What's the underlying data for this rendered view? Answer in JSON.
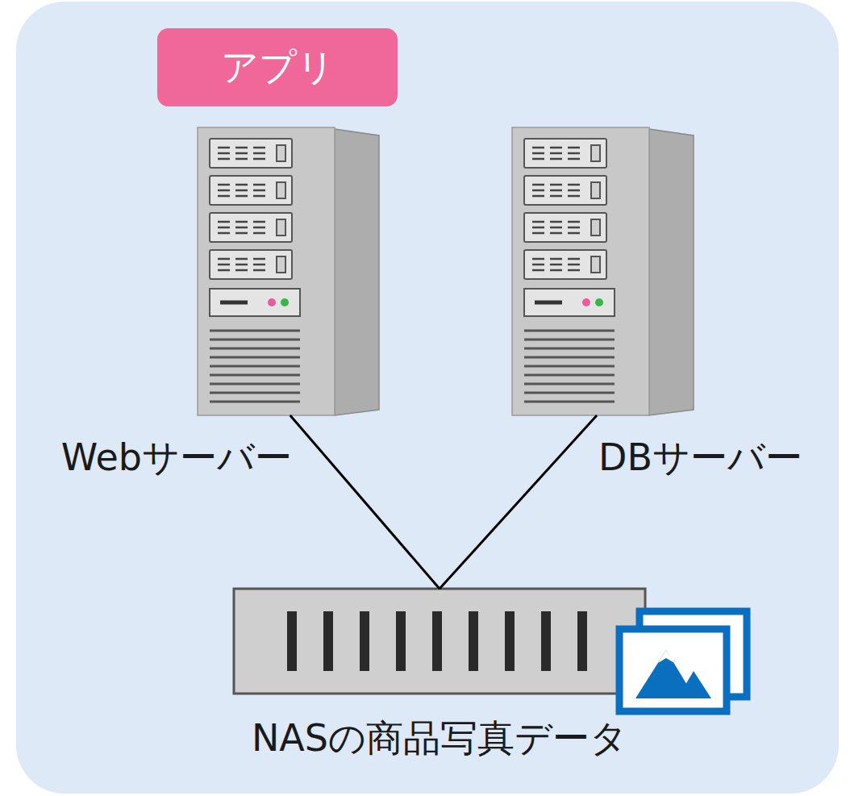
{
  "diagram": {
    "nodes": [
      {
        "text": [
          "アプリ"
        ]
      },
      {
        "text": [
          "Webサーバー"
        ]
      },
      {
        "text": [
          "DBサーバー"
        ]
      },
      {
        "text": [
          "NASの商品写真データ"
        ]
      }
    ],
    "edges": [
      {
        "from": 1,
        "to": 3,
        "arrow": "none"
      },
      {
        "from": 2,
        "to": 3,
        "arrow": "none"
      }
    ]
  }
}
